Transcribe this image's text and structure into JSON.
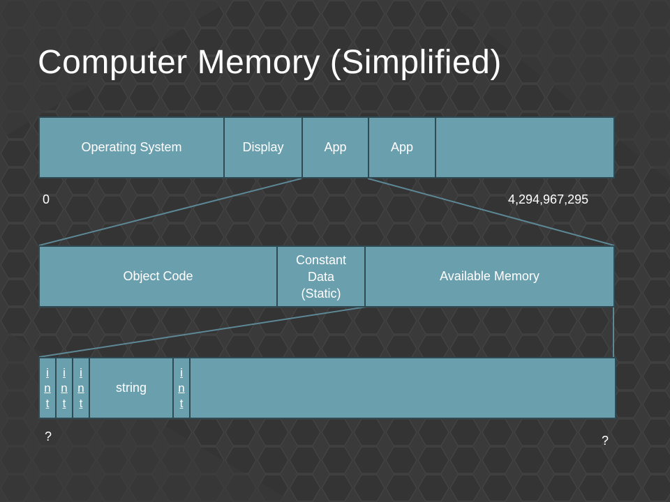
{
  "title": "Computer Memory (Simplified)",
  "level1": {
    "cells": [
      "Operating System",
      "Display",
      "App",
      "App",
      ""
    ],
    "start_label": "0",
    "end_label": "4,294,967,295"
  },
  "level2": {
    "cells": [
      "Object Code",
      "Constant\nData\n(Static)",
      "Available Memory"
    ]
  },
  "level3": {
    "cells": [
      "i\nn\nt",
      "i\nn\nt",
      "i\nn\nt",
      "string",
      "i\nn\nt",
      ""
    ],
    "start_label": "?",
    "end_label": "?"
  },
  "colors": {
    "background": "#3a3a3a",
    "cell_fill": "#6a9fae",
    "cell_border": "#2f4a53",
    "connector": "#5d8896"
  }
}
